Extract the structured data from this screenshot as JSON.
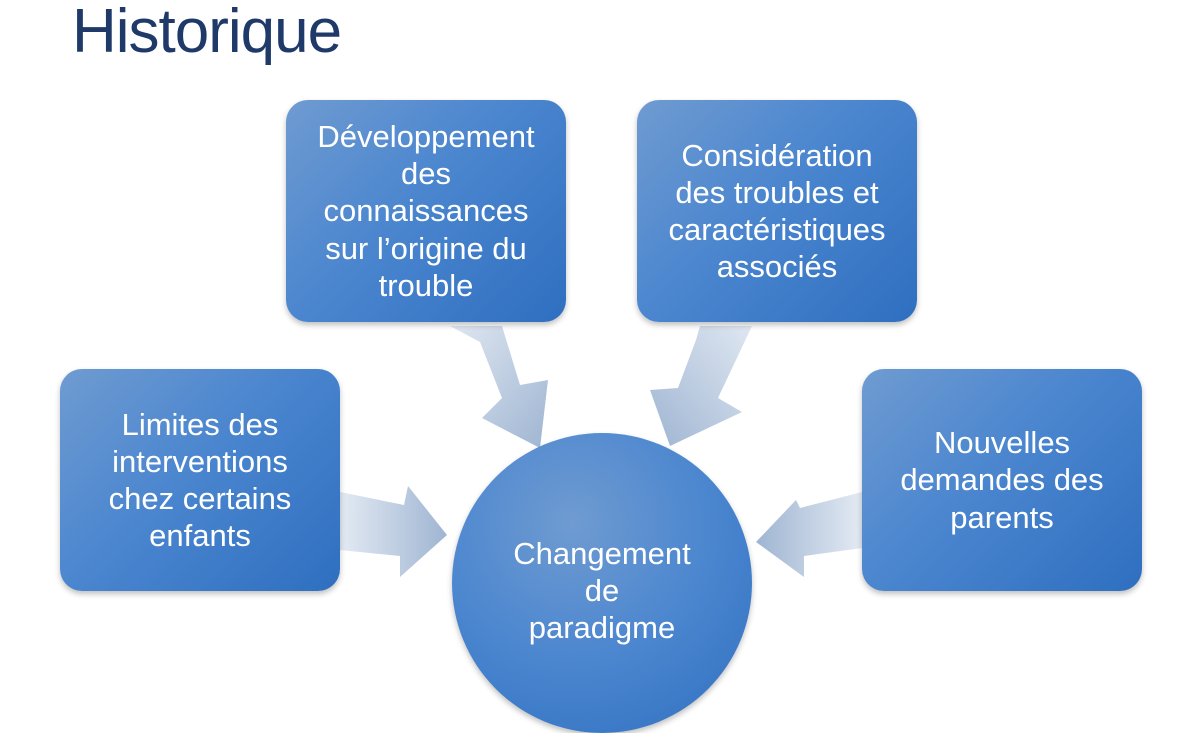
{
  "slide": {
    "title": "Historique"
  },
  "diagram": {
    "center": "Changement\nde\nparadigme",
    "nodes": [
      "Développement\ndes\nconnaissances\nsur l’origine du\ntrouble",
      "Considération\ndes troubles et\ncaractéristiques\nassociés",
      "Limites des\ninterventions\nchez certains\nenfants",
      "Nouvelles\ndemandes des\nparents"
    ]
  },
  "colors": {
    "title": "#1f3a68",
    "node_fill": "#4b86cf",
    "arrow_fill": "#b7c8de"
  }
}
